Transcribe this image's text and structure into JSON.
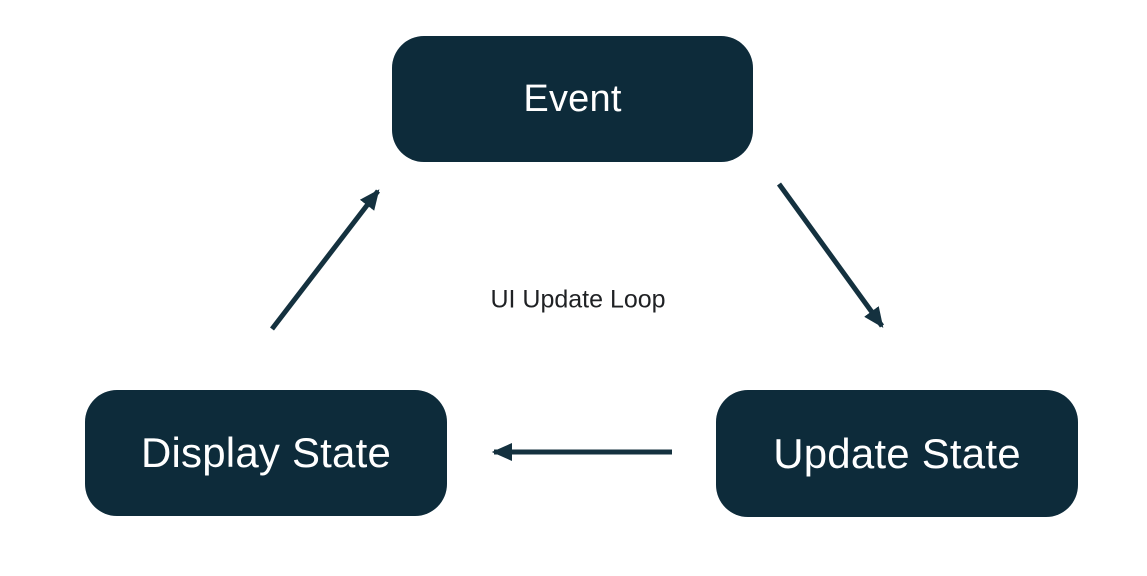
{
  "diagram": {
    "title": "UI Update Loop",
    "nodes": [
      {
        "id": "event",
        "label": "Event"
      },
      {
        "id": "display-state",
        "label": "Display State"
      },
      {
        "id": "update-state",
        "label": "Update State"
      }
    ],
    "edges": [
      {
        "from": "event",
        "to": "update-state"
      },
      {
        "from": "update-state",
        "to": "display-state"
      },
      {
        "from": "display-state",
        "to": "event"
      }
    ],
    "colors": {
      "node_fill": "#0d2b3a",
      "node_text": "#ffffff",
      "arrow": "#14313f",
      "label_text": "#1f2124",
      "background": "#ffffff"
    }
  }
}
